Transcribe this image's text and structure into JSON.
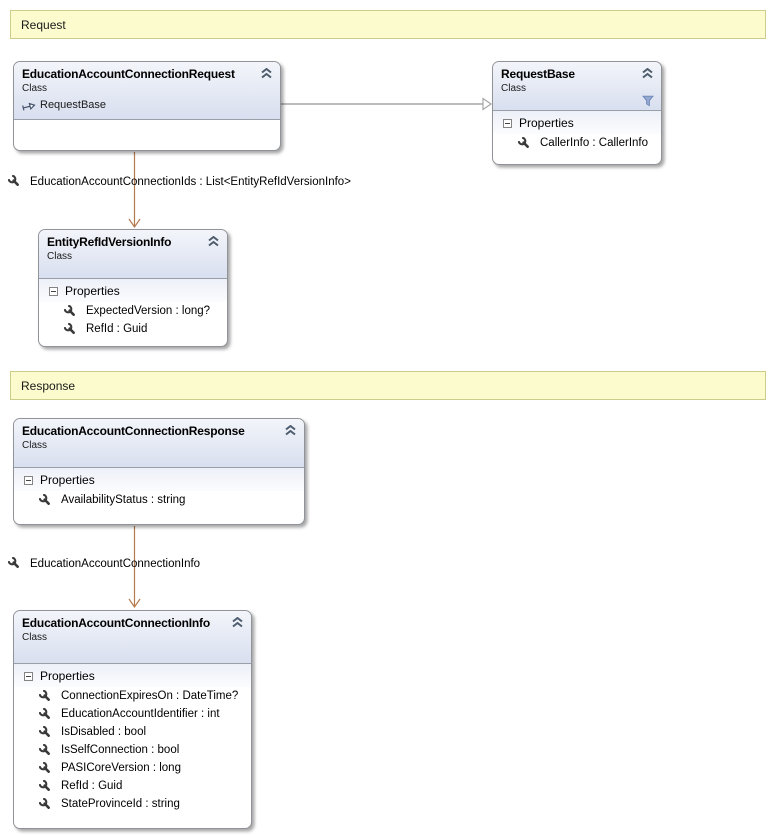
{
  "banners": {
    "request": "Request",
    "response": "Response"
  },
  "labels": {
    "properties_section": "Properties"
  },
  "classes": {
    "request": {
      "title": "EducationAccountConnectionRequest",
      "kind": "Class",
      "base": "RequestBase"
    },
    "request_base": {
      "title": "RequestBase",
      "kind": "Class",
      "properties": [
        "CallerInfo : CallerInfo"
      ]
    },
    "entity_ref_id_version_info": {
      "title": "EntityRefIdVersionInfo",
      "kind": "Class",
      "properties": [
        "ExpectedVersion : long?",
        "RefId : Guid"
      ]
    },
    "response": {
      "title": "EducationAccountConnectionResponse",
      "kind": "Class",
      "properties": [
        "AvailabilityStatus : string"
      ]
    },
    "info": {
      "title": "EducationAccountConnectionInfo",
      "kind": "Class",
      "properties": [
        "ConnectionExpiresOn : DateTime?",
        "EducationAccountIdentifier : int",
        "IsDisabled : bool",
        "IsSelfConnection : bool",
        "PASICoreVersion : long",
        "RefId : Guid",
        "StateProvinceId : string"
      ]
    }
  },
  "associations": {
    "request_to_entity_label": "EducationAccountConnectionIds : List<EntityRefIdVersionInfo>",
    "response_to_info_label": "EducationAccountConnectionInfo"
  },
  "colors": {
    "comment_bg": "#FBFBCE",
    "comment_border": "#CDCD8B",
    "header_gradient_top": "#F3F5FA",
    "header_gradient_bottom": "#D8DFEF",
    "association_line": "#B5794E",
    "inheritance_line": "#A6A6A6",
    "filter_icon_fill": "#93A9D0",
    "icon_dark": "#3A3A3A"
  }
}
